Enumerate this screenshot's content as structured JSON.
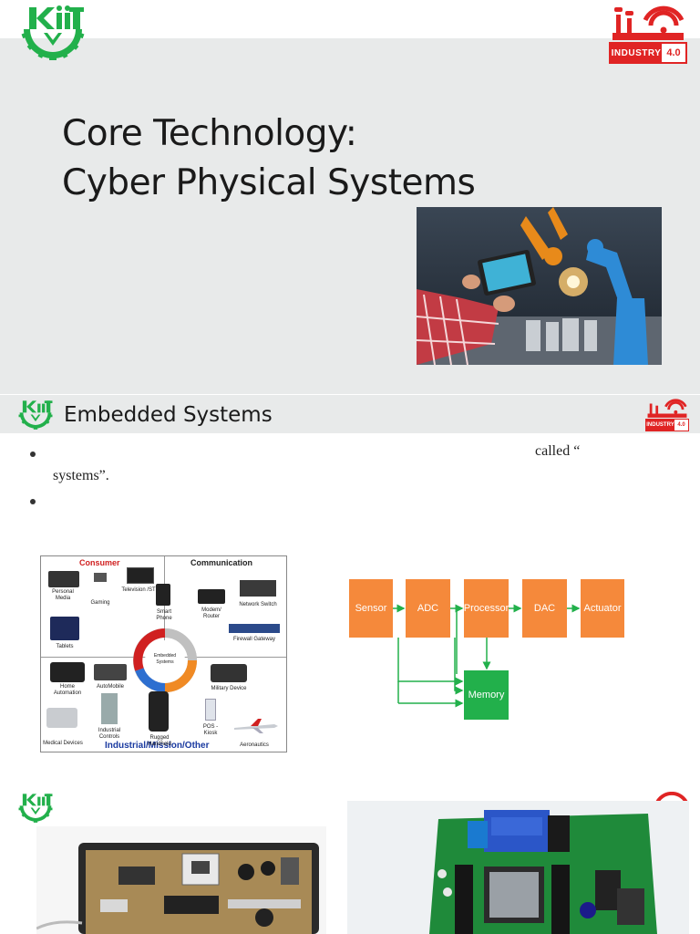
{
  "slide1": {
    "title_line1": "Core Technology:",
    "title_line2": "Cyber Physical Systems",
    "badge_text": "INDUSTRY",
    "badge_version": "4.0"
  },
  "slide2": {
    "header_title": "Embedded Systems",
    "bullet1_tail": "called “",
    "bullet1_line2": "systems”.",
    "badge_text": "INDUSTRY",
    "badge_version": "4.0",
    "applications": {
      "consumer": "Consumer",
      "communication": "Communication",
      "industrial": "Industrial/Mission/Other",
      "center": "Embedded Systems",
      "items": {
        "personal_media": "Personal Media",
        "gaming": "Gaming",
        "television": "Television /STB",
        "smart_phone": "Smart Phone",
        "modem_router": "Modem/ Router",
        "network_switch": "Network Switch",
        "firewall_gateway": "Firewall Gateway",
        "tablets": "Tablets",
        "home_automation": "Home Automation",
        "automobile": "AutoMobile",
        "military_device": "Military Device",
        "industrial_controls": "Industrial Controls",
        "rugged_handheld": "Rugged Handheld",
        "pos_kiosk": "POS - Kiosk",
        "medical_devices": "Medical Devices",
        "aeronautics": "Aeronautics"
      }
    },
    "block_diagram": {
      "sensor": "Sensor",
      "adc": "ADC",
      "processor": "Processor",
      "dac": "DAC",
      "actuator": "Actuator",
      "memory": "Memory"
    }
  },
  "colors": {
    "kiit_green": "#22b04b",
    "industry_red": "#e02424",
    "block_orange": "#f5893b",
    "block_green": "#22b04b",
    "slide_gray": "#e8eaea"
  }
}
